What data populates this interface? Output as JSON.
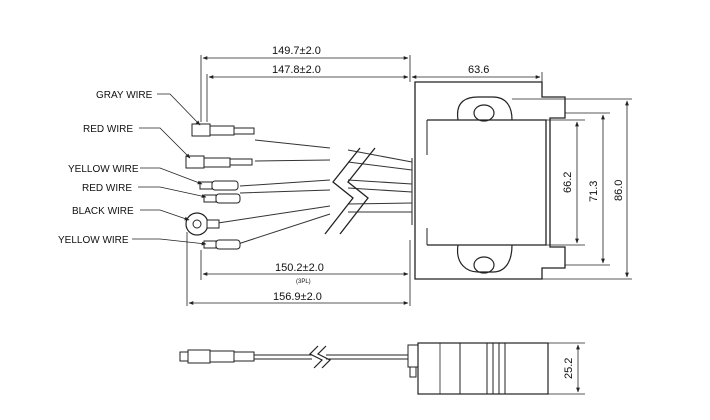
{
  "labels": {
    "gray_wire": "GRAY WIRE",
    "red_wire_1": "RED WIRE",
    "yellow_wire_1": "YELLOW WIRE",
    "red_wire_2": "RED WIRE",
    "black_wire": "BLACK WIRE",
    "yellow_wire_2": "YELLOW WIRE"
  },
  "dimensions": {
    "overall_top": "149.7±2.0",
    "overall_inner": "147.8±2.0",
    "body_width": "63.6",
    "lower_length": "150.2±2.0",
    "lower_note": "(3PL)",
    "overall_bottom": "156.9±2.0",
    "height_inner": "66.2",
    "height_mid": "71.3",
    "height_outer": "86.0",
    "side_height": "25.2"
  }
}
